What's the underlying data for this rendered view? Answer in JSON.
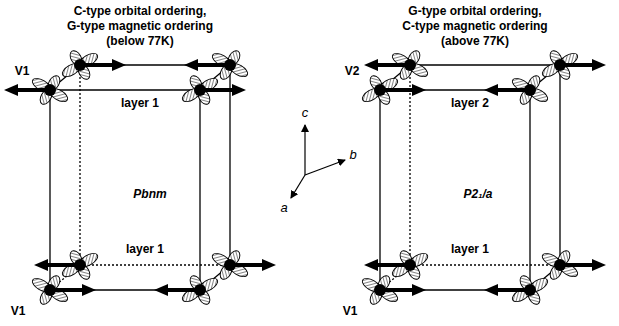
{
  "diagram": {
    "labels": [
      "C-type orbital ordering,",
      "G-type magnetic ordering",
      "(below 77K)",
      "V1",
      "layer 1",
      "Pbnm",
      "layer 1",
      "V1",
      "c",
      "b",
      "a",
      "G-type orbital ordering,",
      "C-type magnetic ordering",
      "(above 77K)",
      "V2",
      "layer 2",
      "P2₁/a",
      "layer 1",
      "V1"
    ]
  }
}
